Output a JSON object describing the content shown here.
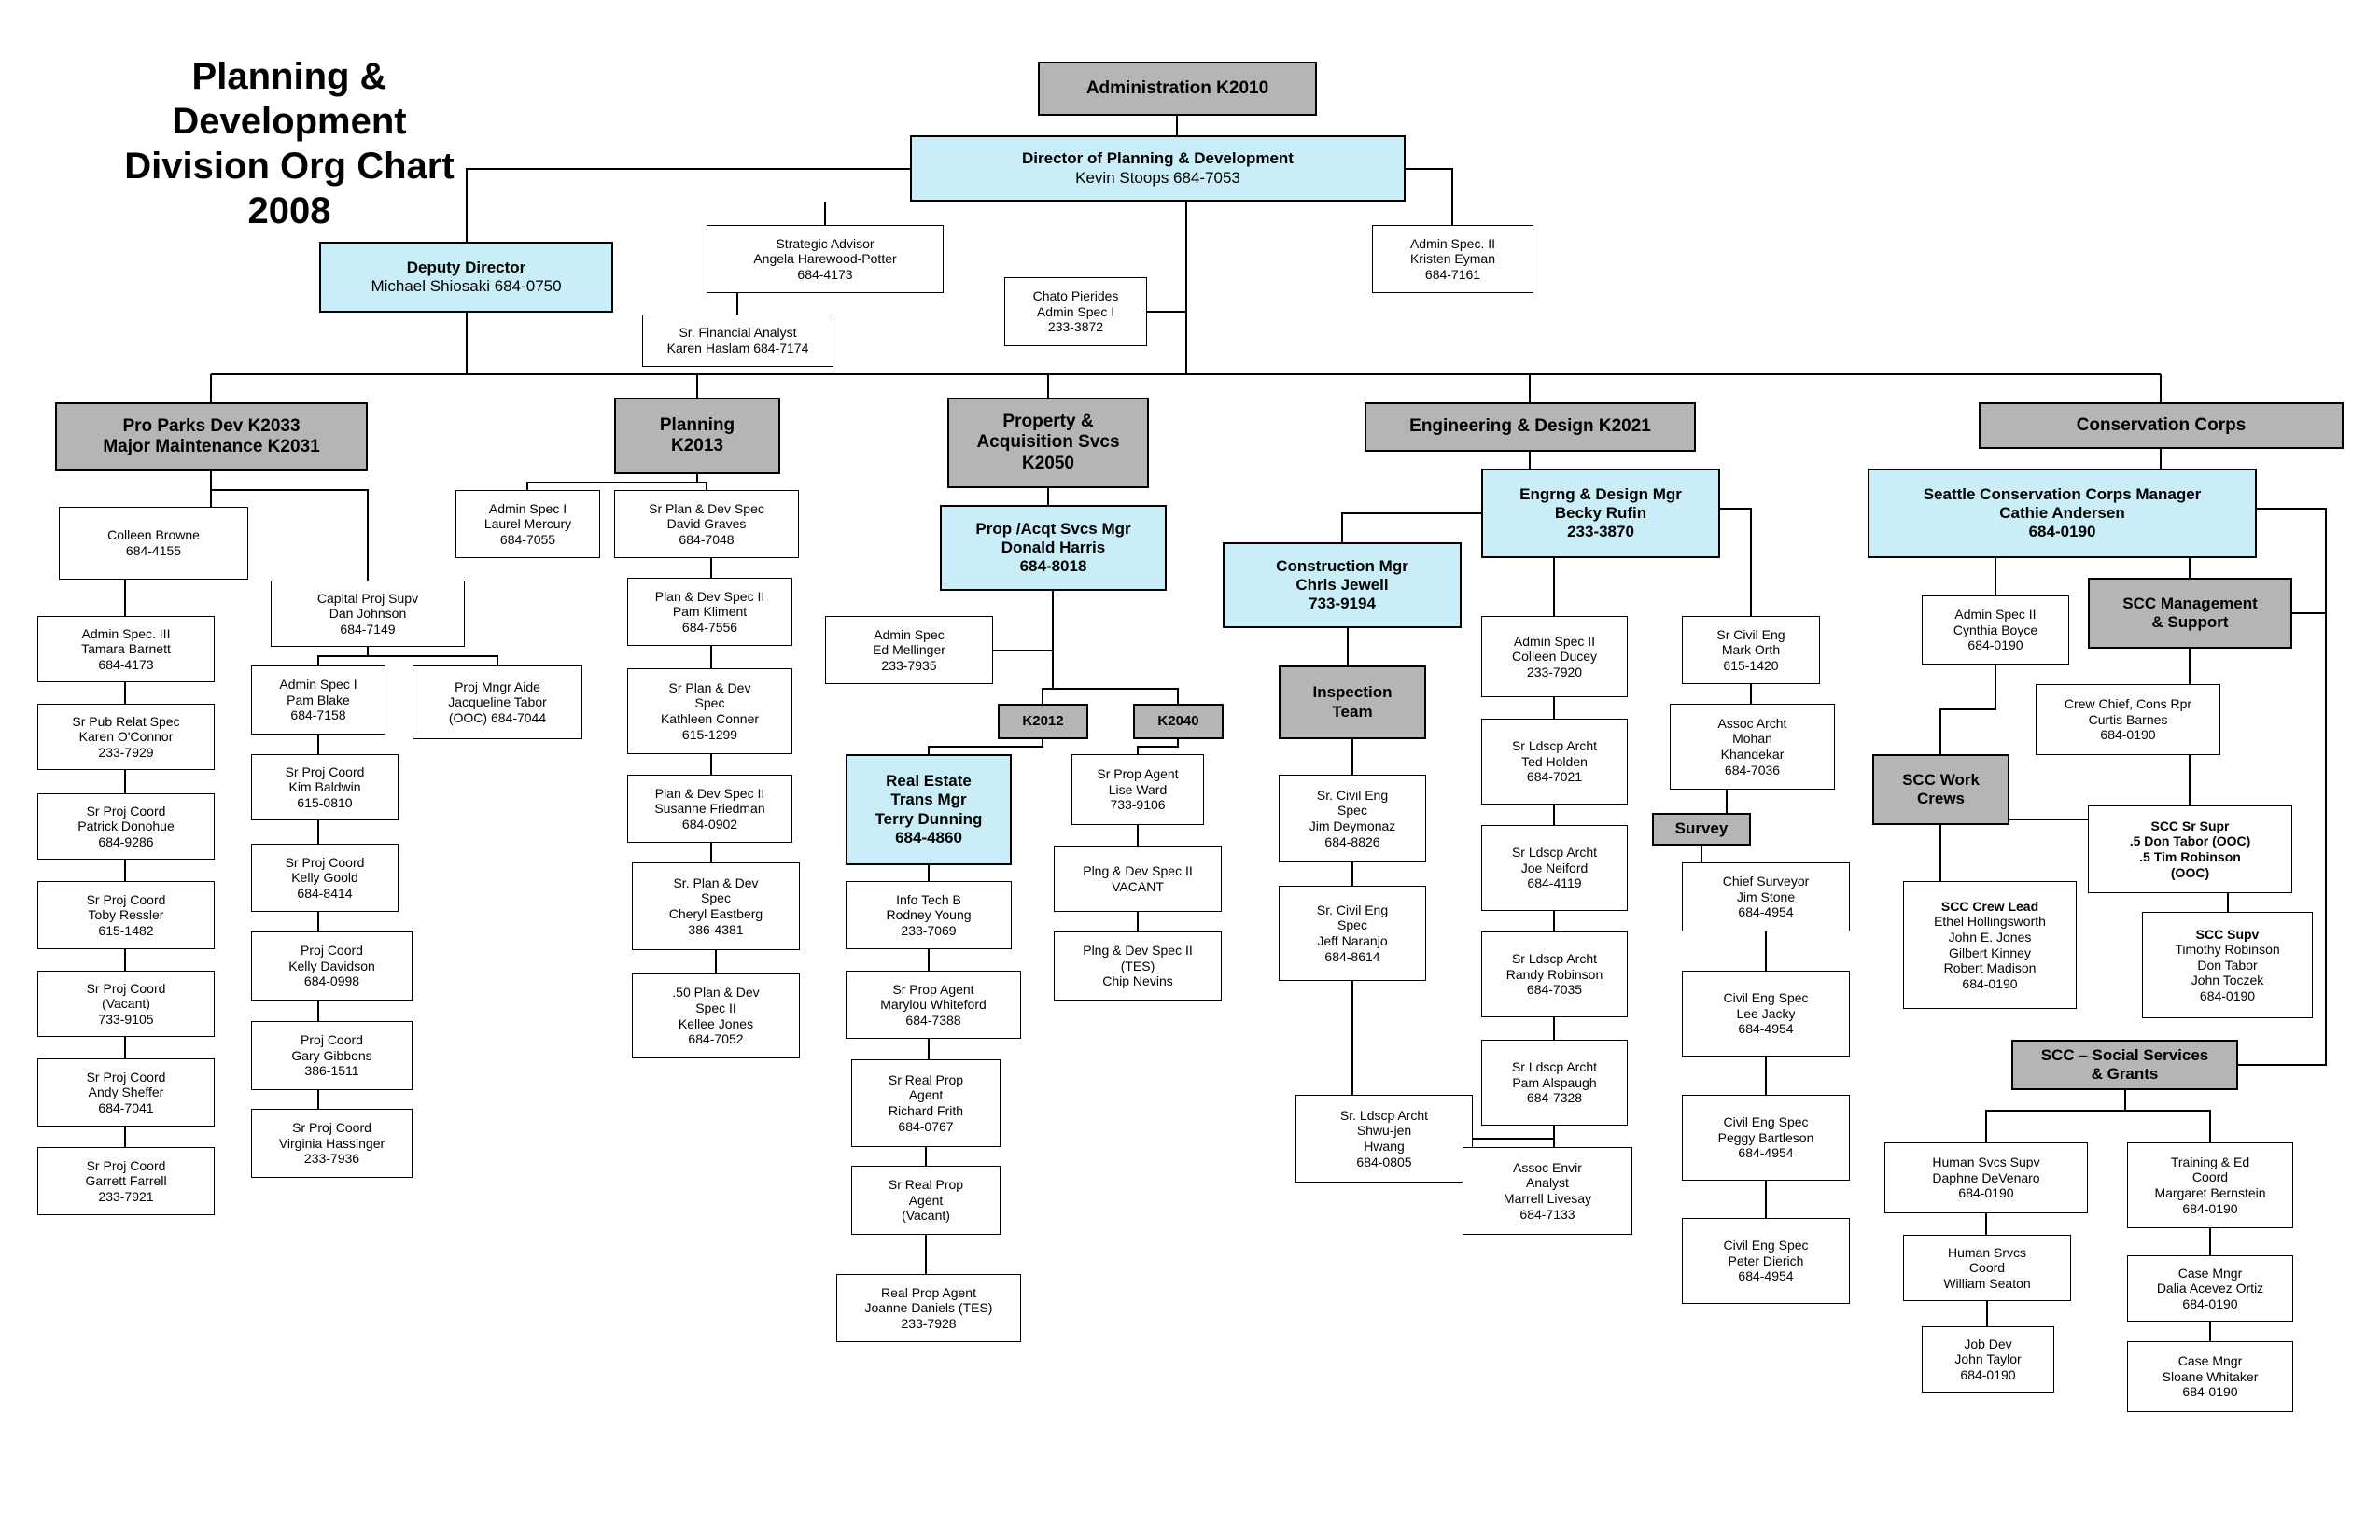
{
  "title": {
    "lines": [
      "Planning & Development",
      "Division Org Chart",
      "2008"
    ]
  },
  "colors": {
    "header_gray": "#b5b5b5",
    "manager_cyan": "#c9eef8",
    "line": "#000000"
  },
  "boxes": {
    "admin": [
      "Administration K2010"
    ],
    "director": [
      "Director of Planning & Development",
      "Kevin Stoops 684-7053"
    ],
    "deputy": [
      "Deputy Director",
      "Michael Shiosaki 684-0750"
    ],
    "strategic": [
      "Strategic Advisor",
      "Angela Harewood-Potter",
      "684-4173"
    ],
    "chato": [
      "Chato Pierides",
      "Admin Spec I",
      "233-3872"
    ],
    "finanalyst": [
      "Sr. Financial Analyst",
      "Karen Haslam 684-7174"
    ],
    "kristen": [
      "Admin Spec. II",
      "Kristen Eyman",
      "684-7161"
    ],
    "proparks": [
      "Pro Parks Dev K2033",
      "Major Maintenance K2031"
    ],
    "planning_hdr": [
      "Planning",
      "K2013"
    ],
    "property_hdr": [
      "Property &",
      "Acquisition Svcs",
      "K2050"
    ],
    "engineering_hdr": [
      "Engineering & Design K2021"
    ],
    "conservation_hdr": [
      "Conservation Corps"
    ],
    "colleen": [
      "Colleen Browne",
      "684-4155"
    ],
    "tamara": [
      "Admin Spec. III",
      "Tamara Barnett",
      "684-4173"
    ],
    "karen_o": [
      "Sr Pub Relat Spec",
      "Karen O'Connor",
      "233-7929"
    ],
    "patrick": [
      "Sr Proj Coord",
      "Patrick Donohue",
      "684-9286"
    ],
    "toby": [
      "Sr Proj Coord",
      "Toby Ressler",
      "615-1482"
    ],
    "vacant1": [
      "Sr Proj Coord",
      "(Vacant)",
      "733-9105"
    ],
    "andy": [
      "Sr Proj Coord",
      "Andy Sheffer",
      "684-7041"
    ],
    "garrett": [
      "Sr Proj Coord",
      "Garrett Farrell",
      "233-7921"
    ],
    "danj": [
      "Capital Proj Supv",
      "Dan Johnson",
      "684-7149"
    ],
    "pamblake": [
      "Admin Spec I",
      "Pam Blake",
      "684-7158"
    ],
    "jacqueline": [
      "Proj Mngr Aide",
      "Jacqueline Tabor",
      "(OOC) 684-7044"
    ],
    "kimb": [
      "Sr Proj Coord",
      "Kim Baldwin",
      "615-0810"
    ],
    "kellyg": [
      "Sr Proj Coord",
      "Kelly Goold",
      "684-8414"
    ],
    "kellyd": [
      "Proj Coord",
      "Kelly Davidson",
      "684-0998"
    ],
    "garyg": [
      "Proj Coord",
      "Gary Gibbons",
      "386-1511"
    ],
    "virginia": [
      "Sr Proj Coord",
      "Virginia Hassinger",
      "233-7936"
    ],
    "laurel": [
      "Admin Spec I",
      "Laurel Mercury",
      "684-7055"
    ],
    "davidg": [
      "Sr Plan & Dev Spec",
      "David Graves",
      "684-7048"
    ],
    "pamk": [
      "Plan & Dev Spec II",
      "Pam Kliment",
      "684-7556"
    ],
    "kathleen": [
      "Sr Plan & Dev",
      "Spec",
      "Kathleen Conner",
      "615-1299"
    ],
    "susanne": [
      "Plan & Dev Spec II",
      "Susanne Friedman",
      "684-0902"
    ],
    "cheryl": [
      "Sr. Plan & Dev",
      "Spec",
      "Cheryl Eastberg",
      "386-4381"
    ],
    "kellee": [
      ".50 Plan & Dev",
      "Spec II",
      "Kellee Jones",
      "684-7052"
    ],
    "donaldh": [
      "Prop /Acqt Svcs Mgr",
      "Donald Harris",
      "684-8018"
    ],
    "edm": [
      "Admin Spec",
      "Ed Mellinger",
      "233-7935"
    ],
    "k2012": [
      "K2012"
    ],
    "k2040": [
      "K2040"
    ],
    "terryd": [
      "Real Estate",
      "Trans Mgr",
      "Terry Dunning",
      "684-4860"
    ],
    "rodney": [
      "Info Tech B",
      "Rodney Young",
      "233-7069"
    ],
    "marylou": [
      "Sr Prop Agent",
      "Marylou Whiteford",
      "684-7388"
    ],
    "richardf": [
      "Sr Real Prop",
      "Agent",
      "Richard Frith",
      "684-0767"
    ],
    "vacant_rp": [
      "Sr Real Prop",
      "Agent",
      "(Vacant)"
    ],
    "joanne": [
      "Real Prop Agent",
      "Joanne Daniels (TES)",
      "233-7928"
    ],
    "lise": [
      "Sr Prop Agent",
      "Lise Ward",
      "733-9106"
    ],
    "plng_vac": [
      "Plng & Dev Spec II",
      "VACANT"
    ],
    "chipn": [
      "Plng & Dev Spec II",
      "(TES)",
      "Chip Nevins"
    ],
    "becky": [
      "Engrng & Design Mgr",
      "Becky Rufin",
      "233-3870"
    ],
    "chrisj": [
      "Construction Mgr",
      "Chris Jewell",
      "733-9194"
    ],
    "inspteam": [
      "Inspection",
      "Team"
    ],
    "jimd": [
      "Sr. Civil Eng",
      "Spec",
      "Jim Deymonaz",
      "684-8826"
    ],
    "jeffn": [
      "Sr. Civil Eng",
      "Spec",
      "Jeff Naranjo",
      "684-8614"
    ],
    "shwujen": [
      "Sr. Ldscp Archt",
      "Shwu-jen",
      "Hwang",
      "684-0805"
    ],
    "colleend": [
      "Admin Spec II",
      "Colleen Ducey",
      "233-7920"
    ],
    "tedh": [
      "Sr Ldscp Archt",
      "Ted Holden",
      "684-7021"
    ],
    "joen": [
      "Sr Ldscp Archt",
      "Joe Neiford",
      "684-4119"
    ],
    "randyr": [
      "Sr Ldscp Archt",
      "Randy Robinson",
      "684-7035"
    ],
    "pama": [
      "Sr Ldscp Archt",
      "Pam Alspaugh",
      "684-7328"
    ],
    "marrell": [
      "Assoc Envir",
      "Analyst",
      "Marrell Livesay",
      "684-7133"
    ],
    "marko": [
      "Sr Civil Eng",
      "Mark Orth",
      "615-1420"
    ],
    "mohan": [
      "Assoc Archt",
      "Mohan",
      "Khandekar",
      "684-7036"
    ],
    "survey": [
      "Survey"
    ],
    "jstone": [
      "Chief Surveyor",
      "Jim Stone",
      "684-4954"
    ],
    "leej": [
      "Civil Eng Spec",
      "Lee Jacky",
      "684-4954"
    ],
    "peggyb": [
      "Civil Eng Spec",
      "Peggy Bartleson",
      "684-4954"
    ],
    "peterd": [
      "Civil Eng Spec",
      "Peter Dierich",
      "684-4954"
    ],
    "cathie": [
      "Seattle Conservation Corps Manager",
      "Cathie Andersen",
      "684-0190"
    ],
    "cynthia": [
      "Admin Spec II",
      "Cynthia Boyce",
      "684-0190"
    ],
    "sccmgmt": [
      "SCC Management",
      "& Support"
    ],
    "curtisb": [
      "Crew Chief, Cons Rpr",
      "Curtis Barnes",
      "684-0190"
    ],
    "sccwork": [
      "SCC Work",
      "Crews"
    ],
    "sccsrsupr": [
      "SCC Sr Supr",
      ".5 Don Tabor (OOC)",
      ".5 Tim Robinson",
      "(OOC)"
    ],
    "scccrewlead": [
      "SCC Crew Lead",
      "Ethel Hollingsworth",
      "John E. Jones",
      "Gilbert Kinney",
      "Robert Madison",
      "684-0190"
    ],
    "sccsupv": [
      "SCC Supv",
      "Timothy Robinson",
      "Don Tabor",
      "John Toczek",
      "684-0190"
    ],
    "sccsocial": [
      "SCC – Social Services",
      "& Grants"
    ],
    "daphne": [
      "Human Svcs Supv",
      "Daphne DeVenaro",
      "684-0190"
    ],
    "margaretb": [
      "Training & Ed",
      "Coord",
      "Margaret Bernstein",
      "684-0190"
    ],
    "williams": [
      "Human Srvcs",
      "Coord",
      "William Seaton"
    ],
    "dalia": [
      "Case Mngr",
      "Dalia Acevez Ortiz",
      "684-0190"
    ],
    "johnt": [
      "Job Dev",
      "John Taylor",
      "684-0190"
    ],
    "sloane": [
      "Case Mngr",
      "Sloane Whitaker",
      "684-0190"
    ]
  }
}
